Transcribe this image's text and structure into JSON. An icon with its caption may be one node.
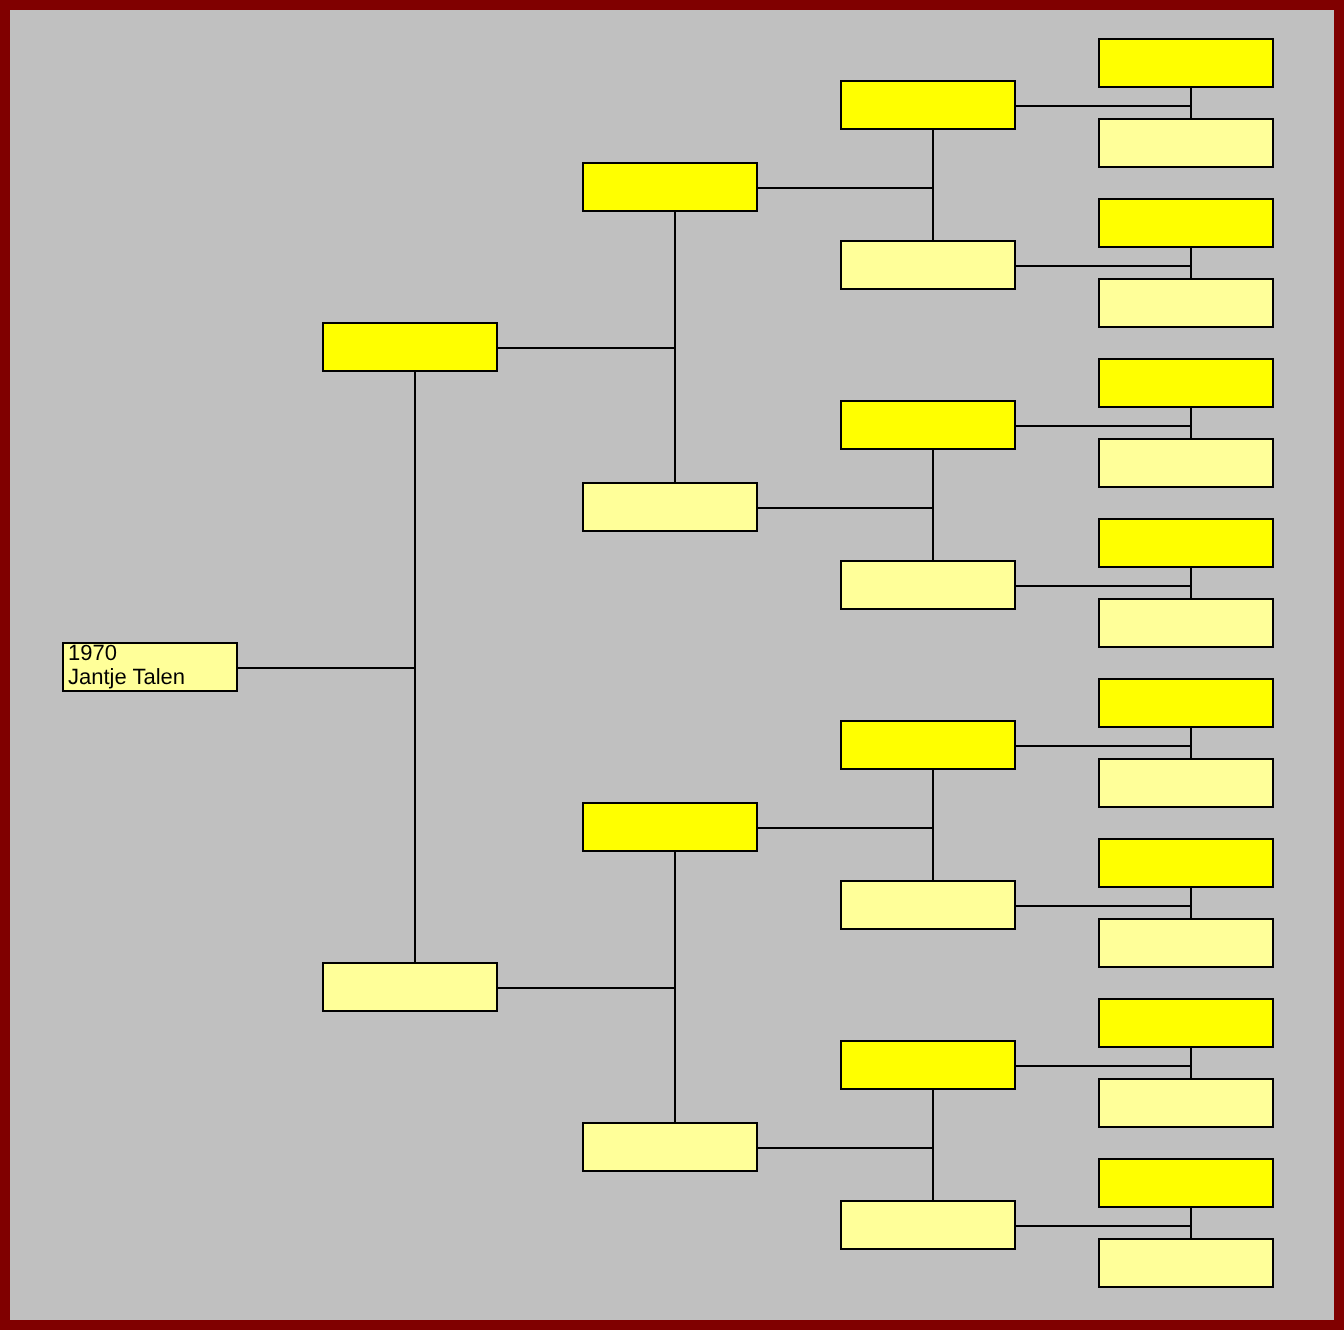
{
  "diagram": {
    "nodes": [
      {
        "text": [
          "1970",
          "Jantje Talen"
        ]
      },
      {
        "text": [],
        "shape": "box"
      },
      {
        "text": [],
        "shape": "box"
      },
      {
        "text": [],
        "shape": "box"
      },
      {
        "text": [],
        "shape": "box"
      },
      {
        "text": [],
        "shape": "box"
      },
      {
        "text": [],
        "shape": "box"
      },
      {
        "text": [],
        "shape": "box"
      },
      {
        "text": [],
        "shape": "box"
      },
      {
        "text": [],
        "shape": "box"
      },
      {
        "text": [],
        "shape": "box"
      },
      {
        "text": [],
        "shape": "box"
      },
      {
        "text": [],
        "shape": "box"
      },
      {
        "text": [],
        "shape": "box"
      },
      {
        "text": [],
        "shape": "box"
      },
      {
        "text": [],
        "shape": "box"
      },
      {
        "text": [],
        "shape": "box"
      },
      {
        "text": [],
        "shape": "box"
      },
      {
        "text": [],
        "shape": "box"
      },
      {
        "text": [],
        "shape": "box"
      },
      {
        "text": [],
        "shape": "box"
      },
      {
        "text": [],
        "shape": "box"
      },
      {
        "text": [],
        "shape": "box"
      },
      {
        "text": [],
        "shape": "box"
      },
      {
        "text": [],
        "shape": "box"
      },
      {
        "text": [],
        "shape": "box"
      },
      {
        "text": [],
        "shape": "box"
      },
      {
        "text": [],
        "shape": "box"
      },
      {
        "text": [],
        "shape": "box"
      },
      {
        "text": [],
        "shape": "box"
      },
      {
        "text": [],
        "shape": "box"
      }
    ],
    "edges": [
      {
        "from": 0,
        "to": 1,
        "arrow": "none"
      },
      {
        "from": 0,
        "to": 2,
        "arrow": "none"
      },
      {
        "from": 1,
        "to": 3,
        "arrow": "none"
      },
      {
        "from": 1,
        "to": 4,
        "arrow": "none"
      },
      {
        "from": 2,
        "to": 5,
        "arrow": "none"
      },
      {
        "from": 2,
        "to": 6,
        "arrow": "none"
      },
      {
        "from": 3,
        "to": 7,
        "arrow": "none"
      },
      {
        "from": 3,
        "to": 8,
        "arrow": "none"
      },
      {
        "from": 4,
        "to": 9,
        "arrow": "none"
      },
      {
        "from": 4,
        "to": 10,
        "arrow": "none"
      },
      {
        "from": 5,
        "to": 11,
        "arrow": "none"
      },
      {
        "from": 5,
        "to": 12,
        "arrow": "none"
      },
      {
        "from": 6,
        "to": 13,
        "arrow": "none"
      },
      {
        "from": 6,
        "to": 14,
        "arrow": "none"
      },
      {
        "from": 7,
        "to": 15,
        "arrow": "none"
      },
      {
        "from": 7,
        "to": 16,
        "arrow": "none"
      },
      {
        "from": 8,
        "to": 17,
        "arrow": "none"
      },
      {
        "from": 8,
        "to": 18,
        "arrow": "none"
      },
      {
        "from": 9,
        "to": 19,
        "arrow": "none"
      },
      {
        "from": 9,
        "to": 20,
        "arrow": "none"
      },
      {
        "from": 10,
        "to": 21,
        "arrow": "none"
      },
      {
        "from": 10,
        "to": 22,
        "arrow": "none"
      },
      {
        "from": 11,
        "to": 23,
        "arrow": "none"
      },
      {
        "from": 11,
        "to": 24,
        "arrow": "none"
      },
      {
        "from": 12,
        "to": 25,
        "arrow": "none"
      },
      {
        "from": 12,
        "to": 26,
        "arrow": "none"
      },
      {
        "from": 13,
        "to": 27,
        "arrow": "none"
      },
      {
        "from": 13,
        "to": 28,
        "arrow": "none"
      },
      {
        "from": 14,
        "to": 29,
        "arrow": "none"
      },
      {
        "from": 14,
        "to": 30,
        "arrow": "none"
      }
    ]
  }
}
